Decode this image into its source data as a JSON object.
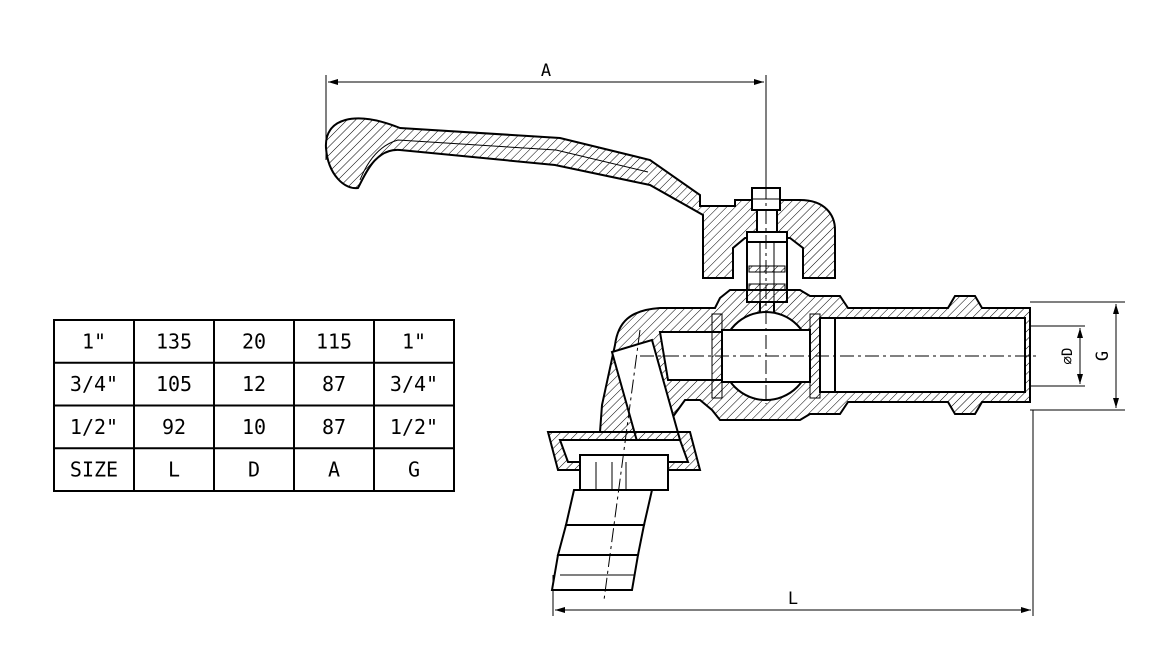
{
  "dimensions": {
    "A": "A",
    "L": "L",
    "G": "G",
    "D": "⌀D"
  },
  "table": {
    "rows": [
      [
        "1\"",
        "135",
        "20",
        "115",
        "1\""
      ],
      [
        "3/4\"",
        "105",
        "12",
        "87",
        "3/4\""
      ],
      [
        "1/2\"",
        "92",
        "10",
        "87",
        "1/2\""
      ],
      [
        "SIZE",
        "L",
        "D",
        "A",
        "G"
      ]
    ]
  }
}
